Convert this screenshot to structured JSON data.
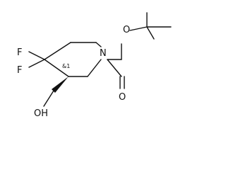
{
  "molecule": {
    "atom_labels": {
      "fluorine_top": "F",
      "fluorine_bottom": "F",
      "nitrogen": "N",
      "ester_oxygen": "O",
      "carbonyl_oxygen": "O",
      "hydroxyl": "OH"
    },
    "stereo_label": "&1"
  }
}
